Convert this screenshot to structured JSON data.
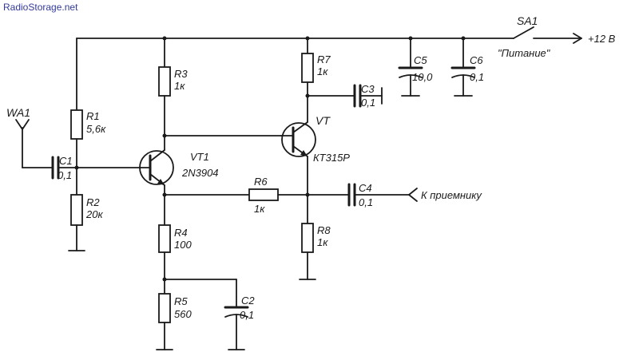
{
  "watermark": "RadioStorage.net",
  "labels": {
    "wa1": "WA1",
    "c1_name": "C1",
    "c1_val": "0,1",
    "r1_name": "R1",
    "r1_val": "5,6к",
    "r2_name": "R2",
    "r2_val": "20к",
    "r3_name": "R3",
    "r3_val": "1к",
    "vt1_name": "VT1",
    "vt1_part": "2N3904",
    "r4_name": "R4",
    "r4_val": "100",
    "r5_name": "R5",
    "r5_val": "560",
    "c2_name": "C2",
    "c2_val": "0,1",
    "r6_name": "R6",
    "r6_val": "1к",
    "r7_name": "R7",
    "r7_val": "1к",
    "c3_name": "C3",
    "c3_val": "0,1",
    "vt_name": "VT",
    "vt_part": "КТ315Р",
    "r8_name": "R8",
    "r8_val": "1к",
    "c4_name": "C4",
    "c4_val": "0,1",
    "receiver": "К приемнику",
    "c5_name": "C5",
    "c5_val": "10,0",
    "c6_name": "C6",
    "c6_val": "0,1",
    "sa1_name": "SA1",
    "sa1_caption": "\"Питание\"",
    "supply": "+12 В"
  }
}
